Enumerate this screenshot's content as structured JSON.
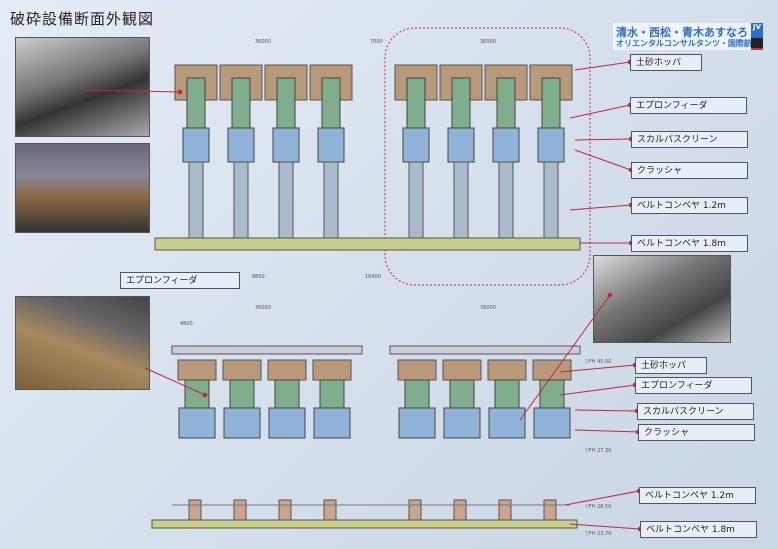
{
  "title": "破砕設備断面外観図",
  "jv": {
    "line1": "清水・西松・青木あすなろ",
    "line2": "オリエンタルコンサルタンツ・国際航業",
    "badge": "JV"
  },
  "upper_labels": [
    "土砂ホッパ",
    "エプロンフィーダ",
    "スカルパスクリーン",
    "クラッシャ",
    "ベルトコンベヤ 1.2m",
    "ベルトコンベヤ 1.8m"
  ],
  "upper_left_label": "エプロンフィーダ",
  "lower_labels": [
    "土砂ホッパ",
    "エプロンフィーダ",
    "スカルパスクリーン",
    "クラッシャ",
    "ベルトコンベヤ 1.2m",
    "ベルトコンベヤ 1.8m"
  ],
  "dimensions": {
    "width_group": "36000",
    "gap": "7000",
    "unit": "8800",
    "edge": "4800",
    "total": "16400"
  },
  "elevations": [
    "▽FH 45.00",
    "▽FH 27.30",
    "▽FH 28.50",
    "▽FH 23.70"
  ],
  "colors": {
    "accent": "#c0283a",
    "frame": "#555555",
    "hopper": "#b89a7a",
    "feeder": "#7fae8c",
    "crusher": "#8fb4d8",
    "conveyor": "#c8cf8a"
  }
}
